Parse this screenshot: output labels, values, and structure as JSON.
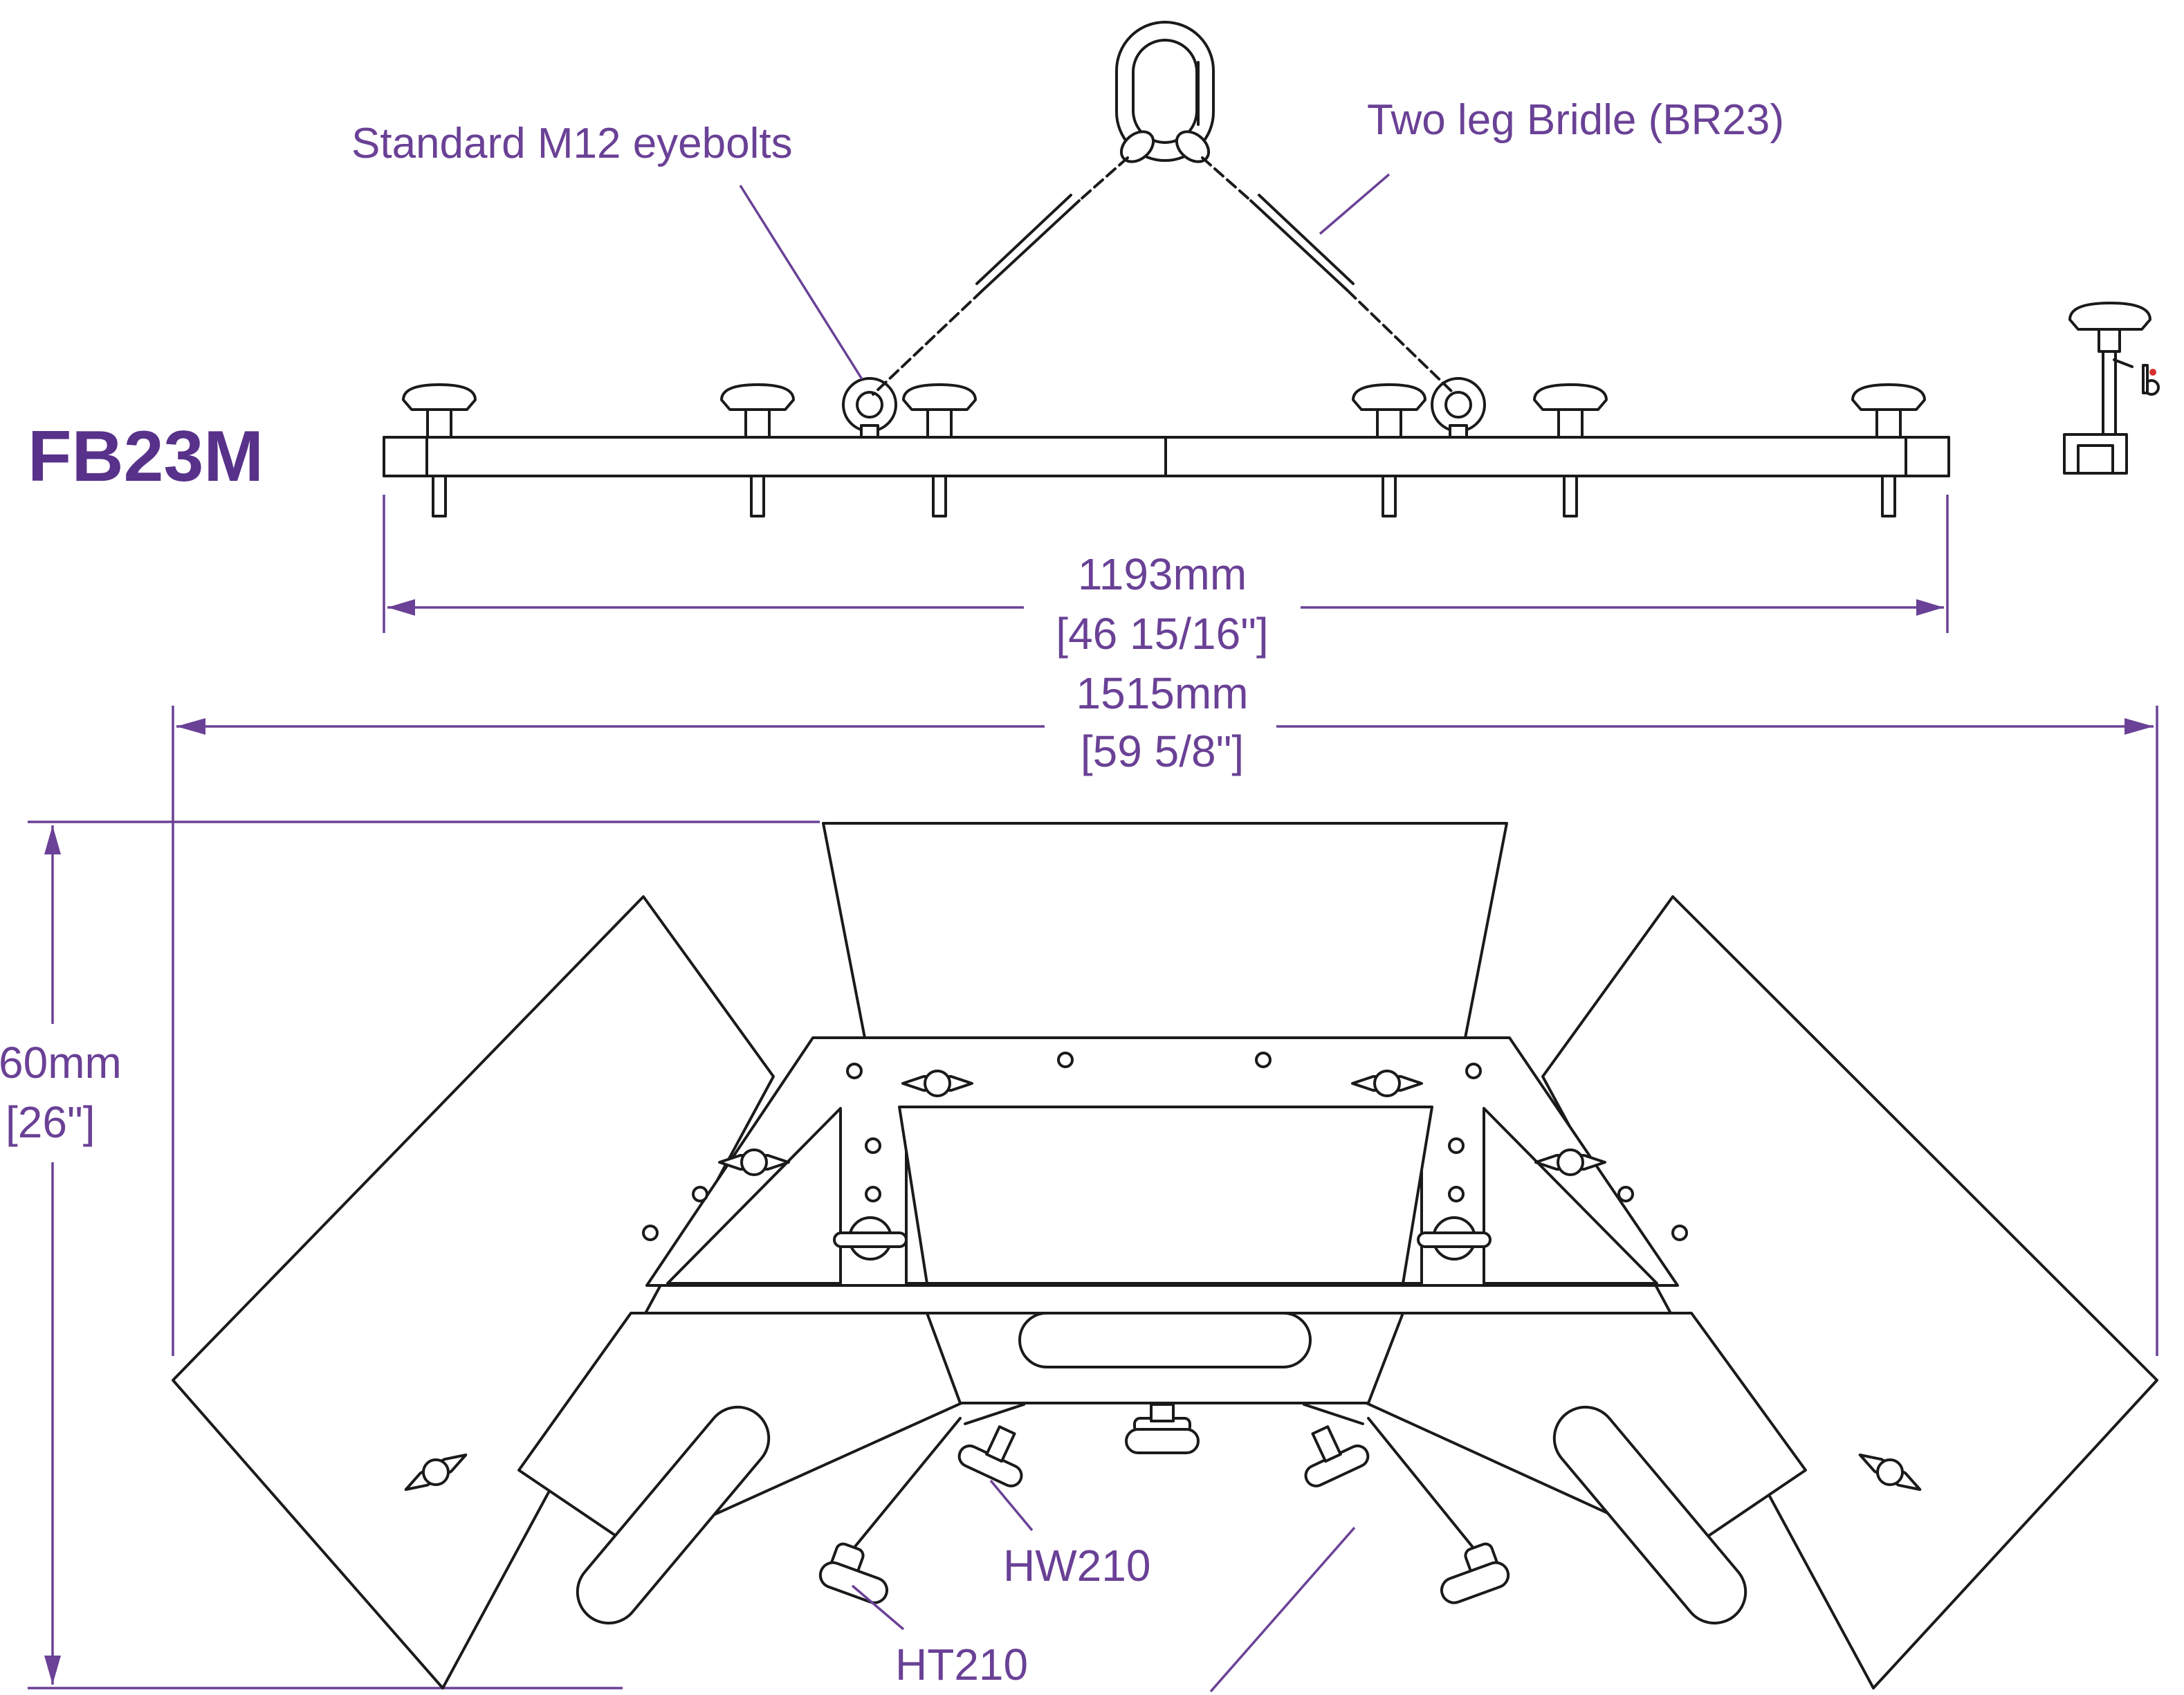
{
  "title": "FB23M",
  "labels": {
    "eyebolts": "Standard M12 eyebolts",
    "bridle": "Two leg Bridle (BR23)",
    "hw": "HW210",
    "ht": "HT210"
  },
  "dimensions": {
    "width_top_mm": "1193mm",
    "width_top_in": "[46 15/16\"]",
    "width_plan_mm": "1515mm",
    "width_plan_in": "[59 5/8\"]",
    "depth_mm": "60mm",
    "depth_in": "[26\"]"
  },
  "colors": {
    "accent": "#6a4196",
    "line": "#1a1a1a",
    "background": "#ffffff"
  }
}
